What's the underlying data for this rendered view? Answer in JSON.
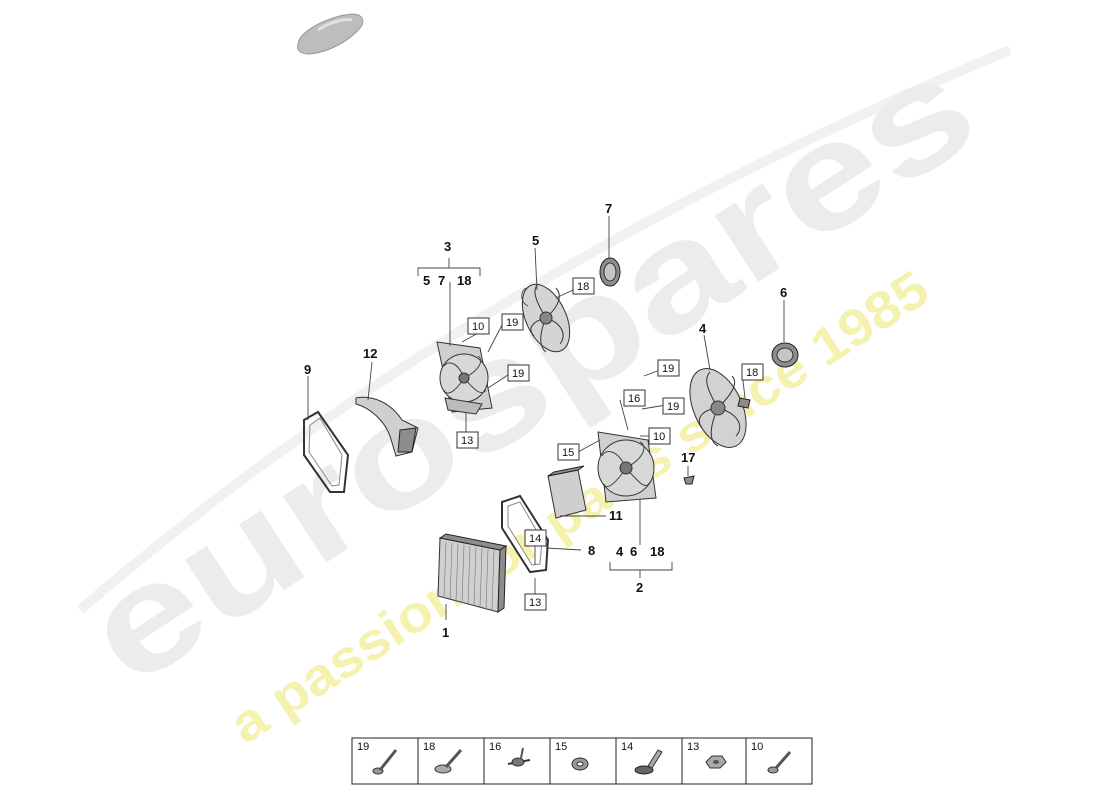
{
  "watermark": {
    "brand": "eurospares",
    "tagline": "a passion for parts since 1985",
    "brand_color": "#e9e9e9",
    "tagline_color": "#f3f0a6"
  },
  "labels": {
    "l1": "1",
    "l2": "2",
    "l3": "3",
    "l4": "4",
    "l5": "5",
    "l6": "6",
    "l7": "7",
    "l8": "8",
    "l9": "9",
    "l11": "11",
    "l12": "12",
    "l17": "17",
    "g3_a": "5",
    "g3_b": "7",
    "g3_c": "18",
    "g2_a": "4",
    "g2_b": "6",
    "g2_c": "18"
  },
  "boxed": {
    "b10a": "10",
    "b19a": "19",
    "b19b": "19",
    "b13a": "13",
    "b18a": "18",
    "b19c": "19",
    "b16": "16",
    "b19d": "19",
    "b10b": "10",
    "b15": "15",
    "b18b": "18",
    "b14": "14",
    "b13b": "13"
  },
  "legend": {
    "cells": [
      {
        "num": "19",
        "icon": "long-bolt-icon"
      },
      {
        "num": "18",
        "icon": "flange-bolt-icon"
      },
      {
        "num": "16",
        "icon": "clip-icon"
      },
      {
        "num": "15",
        "icon": "grommet-icon"
      },
      {
        "num": "14",
        "icon": "expansion-rivet-icon"
      },
      {
        "num": "13",
        "icon": "nut-icon"
      },
      {
        "num": "10",
        "icon": "screw-icon"
      }
    ]
  }
}
